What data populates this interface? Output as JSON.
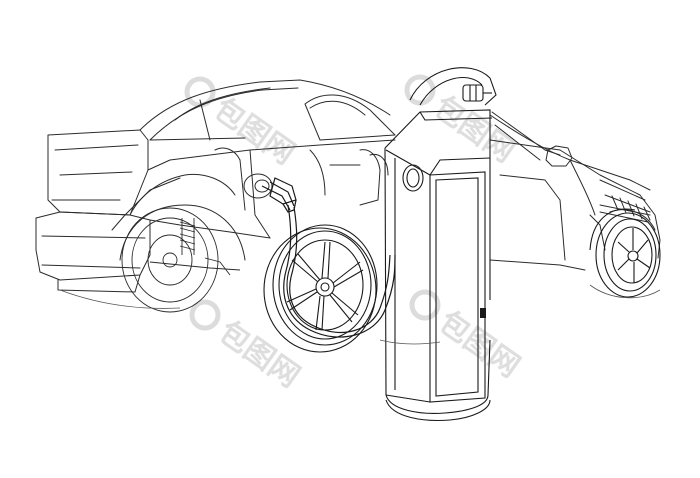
{
  "scene": {
    "subject": "wireframe-electric-car-with-charging-station",
    "stroke_color": "#2b2b2b",
    "background_color": "#ffffff",
    "watermark_color": "#d9d9d9"
  },
  "watermarks": [
    {
      "text": "包图网"
    },
    {
      "text": "包图网"
    },
    {
      "text": "包图网"
    },
    {
      "text": "包图网"
    }
  ]
}
